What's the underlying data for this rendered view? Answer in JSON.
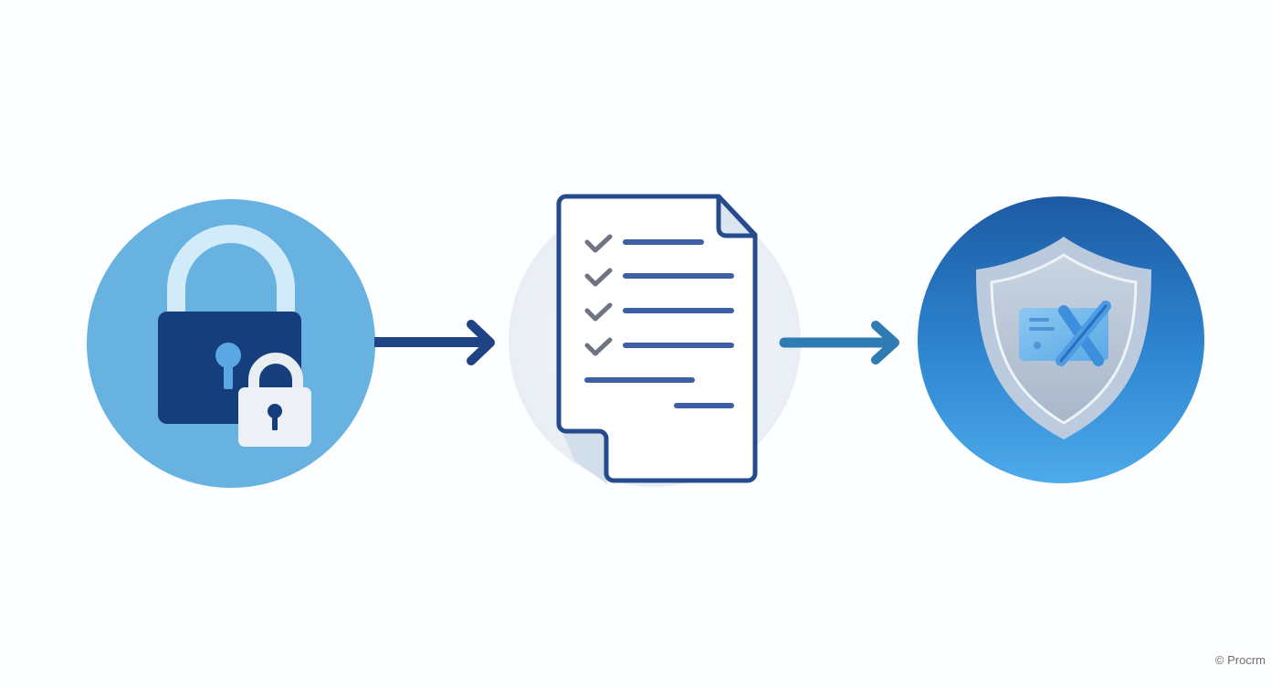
{
  "diagram": {
    "type": "process-flow",
    "steps": [
      {
        "id": "lock",
        "icon": "padlock-icon",
        "description": "Large navy padlock with smaller white padlock overlay on light blue circle",
        "circle_color": "#67b1e0"
      },
      {
        "id": "checklist",
        "icon": "checklist-document-icon",
        "description": "Document with four checked lines and two trailing lines",
        "checked_items": 4,
        "extra_lines": 2
      },
      {
        "id": "shield",
        "icon": "shield-icon",
        "description": "Shield containing a card with crossed pen/X mark on blue gradient circle",
        "circle_color": "#2d7fcc"
      }
    ],
    "connectors": [
      {
        "from": "lock",
        "to": "checklist",
        "icon": "arrow-right-icon",
        "color": "#1f4486"
      },
      {
        "from": "checklist",
        "to": "shield",
        "icon": "arrow-right-icon",
        "color": "#2f7bb3"
      }
    ]
  },
  "colors": {
    "navy": "#173e7c",
    "light_blue": "#67b1e0",
    "doc_outline": "#254a8c",
    "check_gray": "#6e7480",
    "shield_blue_dark": "#1d5fa8",
    "shield_blue_light": "#4aa3e6"
  },
  "watermark": {
    "text": "© Procrm"
  }
}
